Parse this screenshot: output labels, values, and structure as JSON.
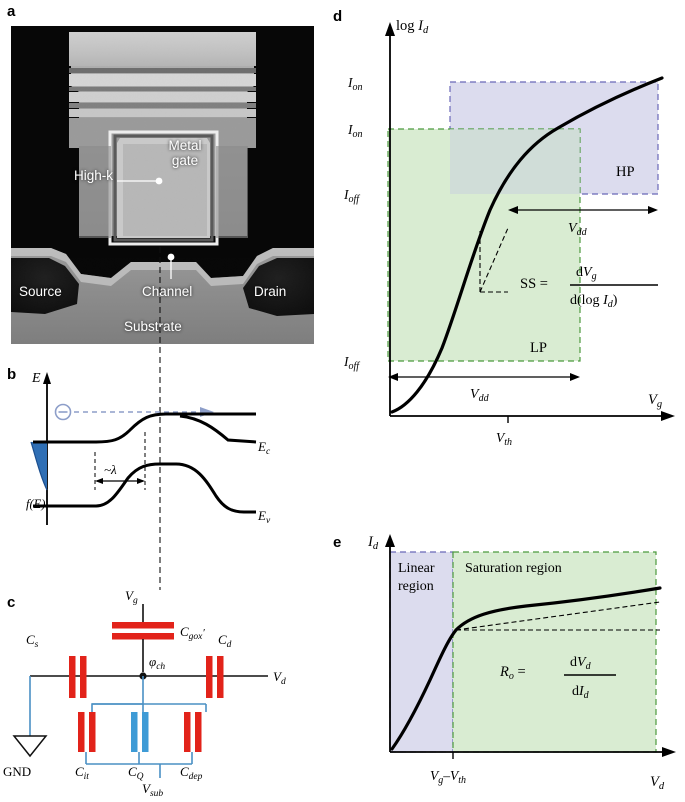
{
  "figure": {
    "panels": [
      {
        "id": "a",
        "letter": "a"
      },
      {
        "id": "b",
        "letter": "b"
      },
      {
        "id": "c",
        "letter": "c"
      },
      {
        "id": "d",
        "letter": "d"
      },
      {
        "id": "e",
        "letter": "e"
      }
    ]
  },
  "panel_a": {
    "letter": "a",
    "labels": {
      "metal_gate": "Metal\ngate",
      "high_k": "High-k",
      "source": "Source",
      "channel": "Channel",
      "drain": "Drain",
      "substrate": "Substrate"
    }
  },
  "panel_b": {
    "letter": "b",
    "axis_y": "E",
    "fe_label": "f(E)",
    "lambda_label": "~λ",
    "ec_label": "Ec",
    "ev_label": "Ev",
    "carrier_symbol": "⊖",
    "colors": {
      "barrier_fill": "#2f6fb5",
      "arrow": "#8d9ec9"
    }
  },
  "panel_c": {
    "letter": "c",
    "labels": {
      "vg": "Vg",
      "cgox": "Cgox′",
      "cs": "Cs",
      "cd": "Cd",
      "vd": "Vd",
      "phi_ch": "φch",
      "gnd": "GND",
      "cit": "Cit",
      "cq": "CQ",
      "cdep": "Cdep",
      "vsub": "Vsub"
    },
    "colors": {
      "capacitor_red": "#e2231a",
      "capacitor_blue": "#3e9bd6",
      "wire_blue": "#4a90c4"
    }
  },
  "panel_d": {
    "letter": "d",
    "chart_data": {
      "type": "line",
      "title": "",
      "xlabel": "Vg",
      "ylabel": "log Id",
      "grid": false,
      "legend": null,
      "annotations": [
        {
          "text": "Ion",
          "kind": "y-tick",
          "y": 0.86
        },
        {
          "text": "Ion",
          "kind": "y-tick",
          "y": 0.735
        },
        {
          "text": "Ioff",
          "kind": "y-tick",
          "y": 0.575
        },
        {
          "text": "Ioff",
          "kind": "y-tick",
          "y": 0.185
        },
        {
          "text": "Vth",
          "kind": "x-tick",
          "x": 0.46
        },
        {
          "text": "HP",
          "kind": "region-label"
        },
        {
          "text": "LP",
          "kind": "region-label"
        },
        {
          "text": "Vdd",
          "kind": "span-label"
        },
        {
          "text": "SS =",
          "kind": "formula"
        },
        {
          "text": "dVg",
          "kind": "formula-numerator"
        },
        {
          "text": "d(log Id)",
          "kind": "formula-denominator"
        }
      ],
      "curve_points": [
        [
          0.06,
          0.02
        ],
        [
          0.12,
          0.07
        ],
        [
          0.18,
          0.14
        ],
        [
          0.24,
          0.24
        ],
        [
          0.3,
          0.38
        ],
        [
          0.36,
          0.52
        ],
        [
          0.42,
          0.63
        ],
        [
          0.5,
          0.72
        ],
        [
          0.6,
          0.79
        ],
        [
          0.72,
          0.855
        ],
        [
          0.85,
          0.9
        ],
        [
          1.0,
          0.95
        ]
      ]
    },
    "colors": {
      "hp_fill": "#dcdcee",
      "hp_stroke": "#6a68b8",
      "lp_fill": "#d9ecd2",
      "lp_stroke": "#4c9a3e"
    }
  },
  "panel_e": {
    "letter": "e",
    "chart_data": {
      "type": "line",
      "title": "",
      "xlabel": "Vd",
      "ylabel": "Id",
      "grid": false,
      "legend": null,
      "regions": [
        {
          "label": "Linear\nregion",
          "fill": "#dcdcee"
        },
        {
          "label": "Saturation region",
          "fill": "#d9ecd2"
        }
      ],
      "annotations": [
        {
          "text": "Vg–Vth",
          "kind": "x-tick"
        },
        {
          "text": "Ro =",
          "kind": "formula"
        },
        {
          "text": "dVd",
          "kind": "formula-numerator"
        },
        {
          "text": "dId",
          "kind": "formula-denominator"
        }
      ],
      "curve_points": [
        [
          0.03,
          0.02
        ],
        [
          0.08,
          0.14
        ],
        [
          0.14,
          0.3
        ],
        [
          0.2,
          0.46
        ],
        [
          0.26,
          0.58
        ],
        [
          0.31,
          0.655
        ],
        [
          0.36,
          0.7
        ],
        [
          0.45,
          0.735
        ],
        [
          0.58,
          0.775
        ],
        [
          0.72,
          0.805
        ],
        [
          0.88,
          0.835
        ],
        [
          1.0,
          0.855
        ]
      ]
    },
    "colors": {
      "linear_fill": "#dcdcee",
      "linear_stroke": "#6a68b8",
      "sat_fill": "#d9ecd2",
      "sat_stroke": "#4c9a3e"
    }
  }
}
